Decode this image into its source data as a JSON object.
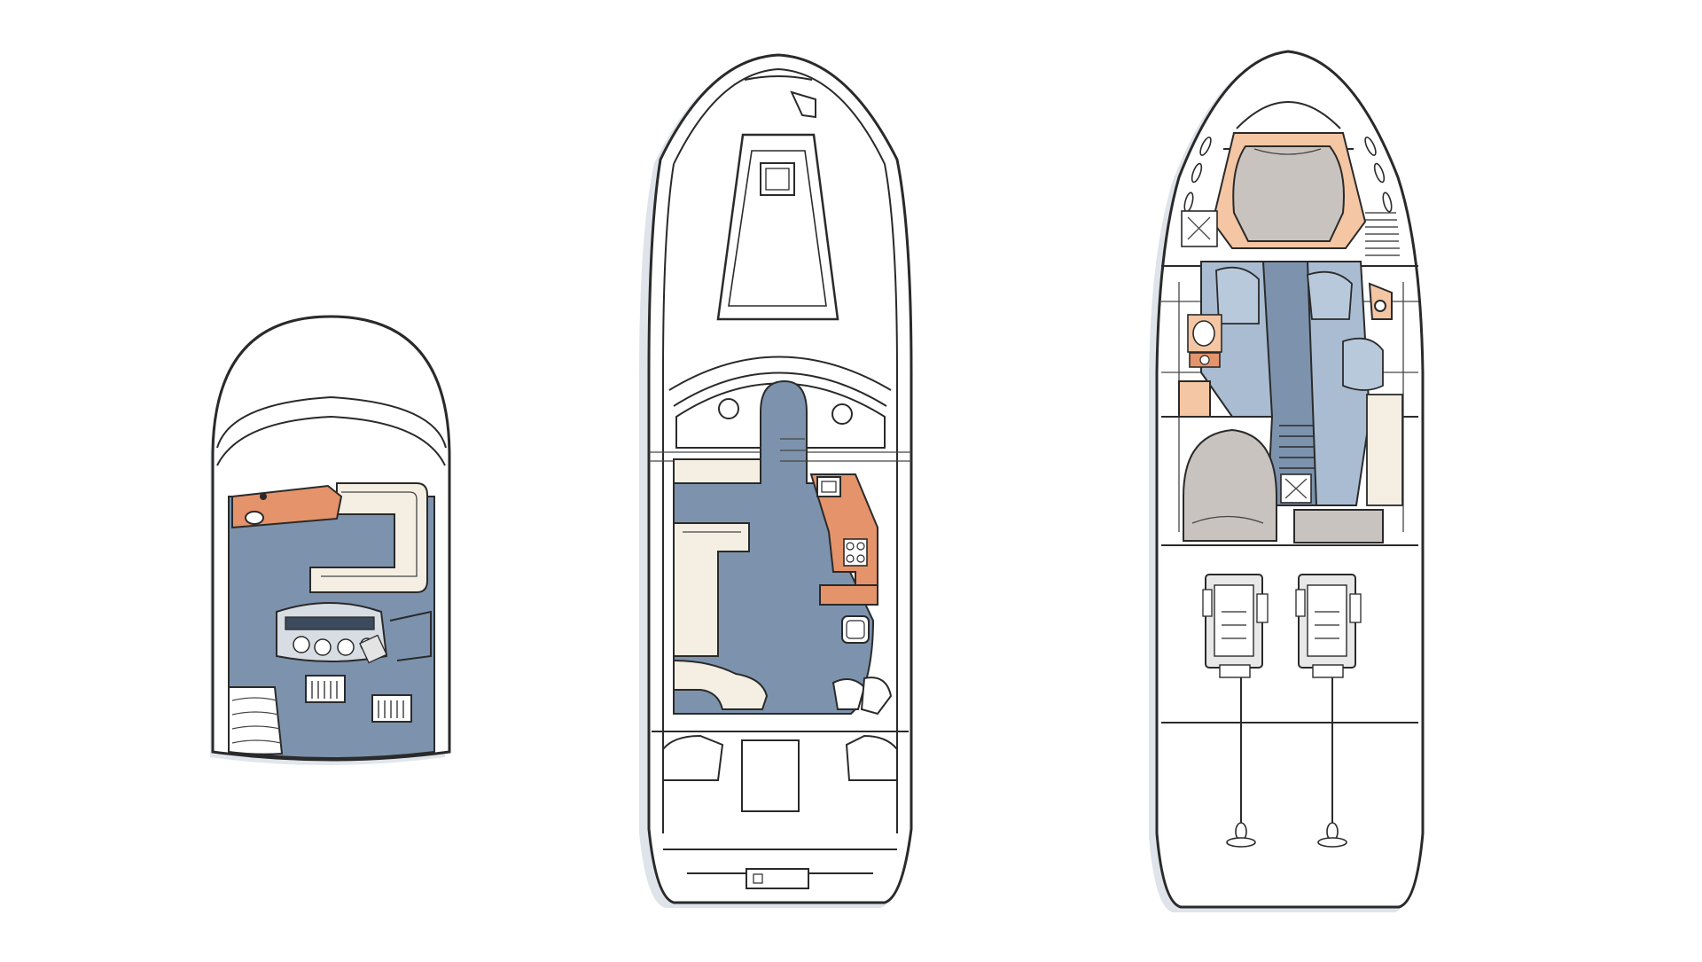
{
  "colors": {
    "background": "#ffffff",
    "outline": "#2a2a2a",
    "deck_floor": "#7d93ad",
    "berth_fill": "#a9bcd1",
    "cushion_cream": "#f5efe3",
    "wood_accent": "#e5936a",
    "peach_panel": "#f4c6a3",
    "grey_bed": "#c9c3bf",
    "hull_white": "#ffffff"
  },
  "drawings": [
    {
      "name": "hardtop-bridge-plan",
      "icons": [
        "helm-console-icon",
        "ladder-steps-icon",
        "grab-hatch-icon"
      ]
    },
    {
      "name": "main-deck-plan",
      "icons": [
        "foredeck-hatch-icon",
        "deck-hatch-icon",
        "galley-sink-icon",
        "cooktop-icon",
        "helm-seat-icon",
        "transom-door-icon"
      ]
    },
    {
      "name": "lower-deck-plan",
      "icons": [
        "forward-berth-icon",
        "aft-berth-icon",
        "head-toilet-icon",
        "engine-icon",
        "propeller-icon"
      ]
    }
  ]
}
